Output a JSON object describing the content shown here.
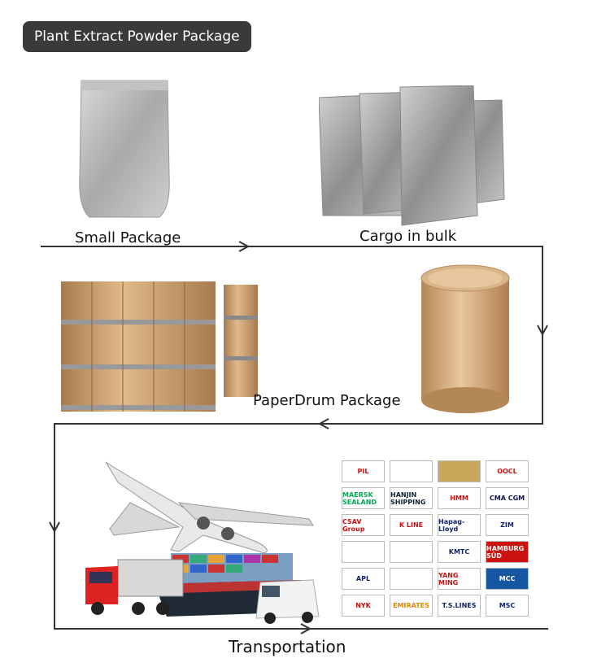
{
  "title": "Plant Extract Powder Package",
  "captions": {
    "small": "Small Package",
    "bulk": "Cargo in bulk",
    "drum": "PaperDrum Package",
    "transport": "Transportation"
  },
  "logos": [
    "PIL",
    "",
    "",
    "OOCL",
    "MAERSK SEALAND",
    "HANJIN SHIPPING",
    "HMM",
    "CMA CGM",
    "CSAV Group",
    "K LINE",
    "Hapag-Lloyd",
    "ZIM",
    "",
    "",
    "KMTC",
    "HAMBURG SÜD",
    "APL",
    "",
    "YANG MING",
    "MCC",
    "NYK",
    "EMIRATES",
    "T.S.LINES",
    "MSC"
  ],
  "colors": {
    "title_bg": "#3a3a3a",
    "flow": "#333333",
    "kraft": "#c9a27a",
    "foil": "#b8b8b8"
  }
}
